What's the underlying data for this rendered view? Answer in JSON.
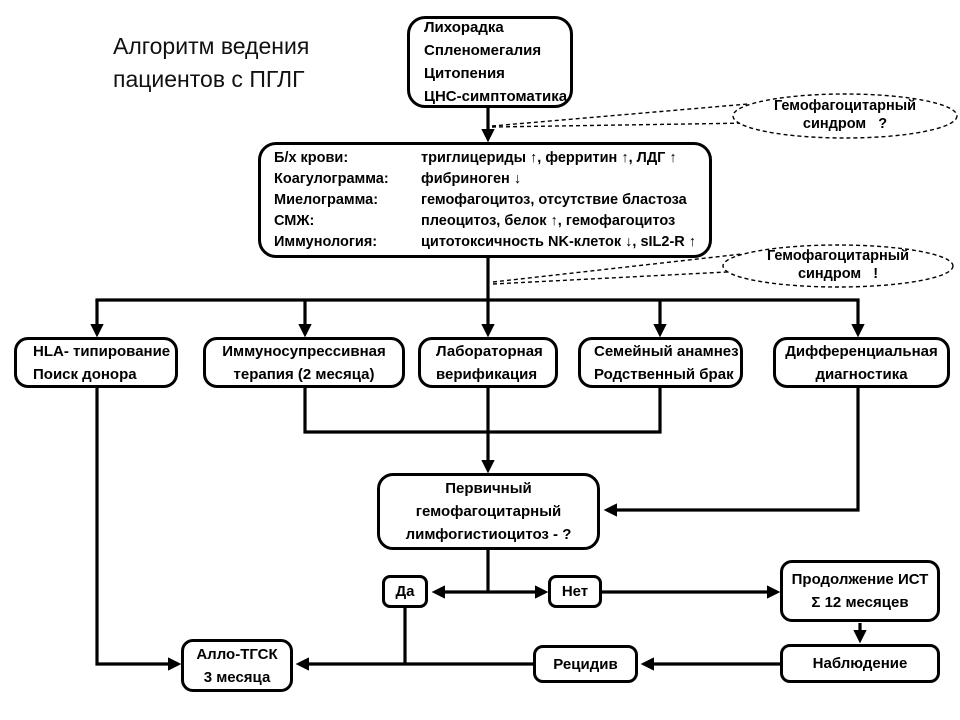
{
  "title": {
    "lines": [
      "Алгоритм ведения",
      "пациентов с ПГЛГ"
    ]
  },
  "callouts": {
    "suspect": {
      "lines": [
        "Гемофагоцитарный",
        "синдром   ?"
      ]
    },
    "confirmed": {
      "lines": [
        "Гемофагоцитарный",
        "синдром   !"
      ]
    }
  },
  "nodes": {
    "symptoms": {
      "lines": [
        "Лихорадка",
        "Спленомегалия",
        "Цитопения",
        "ЦНС-симптоматика"
      ]
    },
    "labs": {
      "rows": [
        {
          "label": "Б/х крови:",
          "value": "триглицериды ↑, ферритин ↑, ЛДГ ↑"
        },
        {
          "label": "Коагулограмма:",
          "value": "фибриноген ↓"
        },
        {
          "label": "Миелограмма:",
          "value": "гемофагоцитоз, отсутствие бластоза"
        },
        {
          "label": "СМЖ:",
          "value": "плеоцитоз, белок ↑, гемофагоцитоз"
        },
        {
          "label": "Иммунология:",
          "value": "цитотоксичность NK-клеток ↓, sIL2-R ↑"
        }
      ]
    },
    "hla": {
      "lines": [
        "HLA- типирование",
        "Поиск донора"
      ]
    },
    "immunosuppressive": {
      "lines": [
        "Иммуносупрессивная",
        "терапия (2 месяца)"
      ]
    },
    "lab_verification": {
      "lines": [
        "Лабораторная",
        "верификация"
      ]
    },
    "family": {
      "lines": [
        "Семейный анамнез",
        "Родственный брак"
      ]
    },
    "differential": {
      "lines": [
        "Дифференциальная",
        "диагностика"
      ]
    },
    "primary_hlh": {
      "lines": [
        "Первичный",
        "гемофагоцитарный",
        "лимфогистиоцитоз - ?"
      ]
    },
    "yes": {
      "label": "Да"
    },
    "no": {
      "label": "Нет"
    },
    "ist_continuation": {
      "lines": [
        "Продолжение ИСТ",
        "Σ 12 месяцев"
      ]
    },
    "observation": {
      "label": "Наблюдение"
    },
    "relapse": {
      "label": "Рецидив"
    },
    "allo_hsct": {
      "lines": [
        "Алло-ТГСК",
        "3 месяца"
      ]
    }
  },
  "colors": {
    "line": "#000000",
    "background": "#ffffff",
    "text": "#000000"
  }
}
